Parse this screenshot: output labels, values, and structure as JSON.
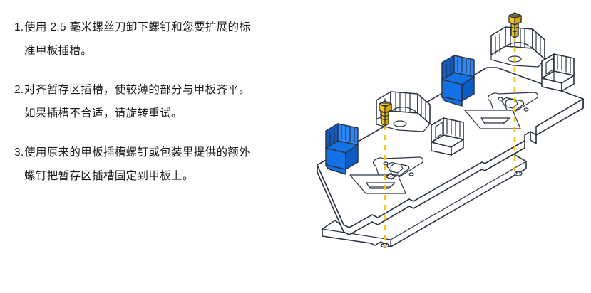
{
  "document": {
    "type": "instruction-steps",
    "language": "zh-CN",
    "text_color": "#1b1b1f",
    "background": "#ffffff"
  },
  "steps": [
    {
      "marker": "1.",
      "text": "使用 2.5 毫米螺丝刀卸下螺钉和您要扩展的标准甲板插槽。"
    },
    {
      "marker": "2.",
      "text": "对齐暂存区插槽，使较薄的部分与甲板齐平。如果插槽不合适，请旋转重试。"
    },
    {
      "marker": "3.",
      "text": "使用原来的甲板插槽螺钉或包装里提供的额外螺钉把暂存区插槽固定到甲板上。"
    }
  ],
  "illustration": {
    "name": "deck-slot-installation-diagram",
    "description": "Isometric line drawing of a deck plate with two blue staging-area slot inserts and two yellow screws aligned by dashed guide lines",
    "colors": {
      "stroke": "#2b3445",
      "fill": "#ffffff",
      "highlight_blue": "#1373e6",
      "highlight_blue_dark": "#0b5cc4",
      "highlight_blue_light": "#2f86f5",
      "screw_yellow": "#f5c518",
      "screw_yellow_dark": "#d9a800",
      "guide_line": "#f5c518"
    },
    "parts": [
      {
        "name": "deck-plate",
        "label": "甲板"
      },
      {
        "name": "staging-slot-rear",
        "label": "暂存区插槽",
        "color": "#1373e6"
      },
      {
        "name": "staging-slot-front",
        "label": "暂存区插槽",
        "color": "#1373e6"
      },
      {
        "name": "screw-rear",
        "label": "螺钉",
        "color": "#f5c518"
      },
      {
        "name": "screw-front",
        "label": "螺钉",
        "color": "#f5c518"
      },
      {
        "name": "alignment-guide-rear",
        "label": "对齐虚线"
      },
      {
        "name": "alignment-guide-front",
        "label": "对齐虚线"
      }
    ]
  }
}
